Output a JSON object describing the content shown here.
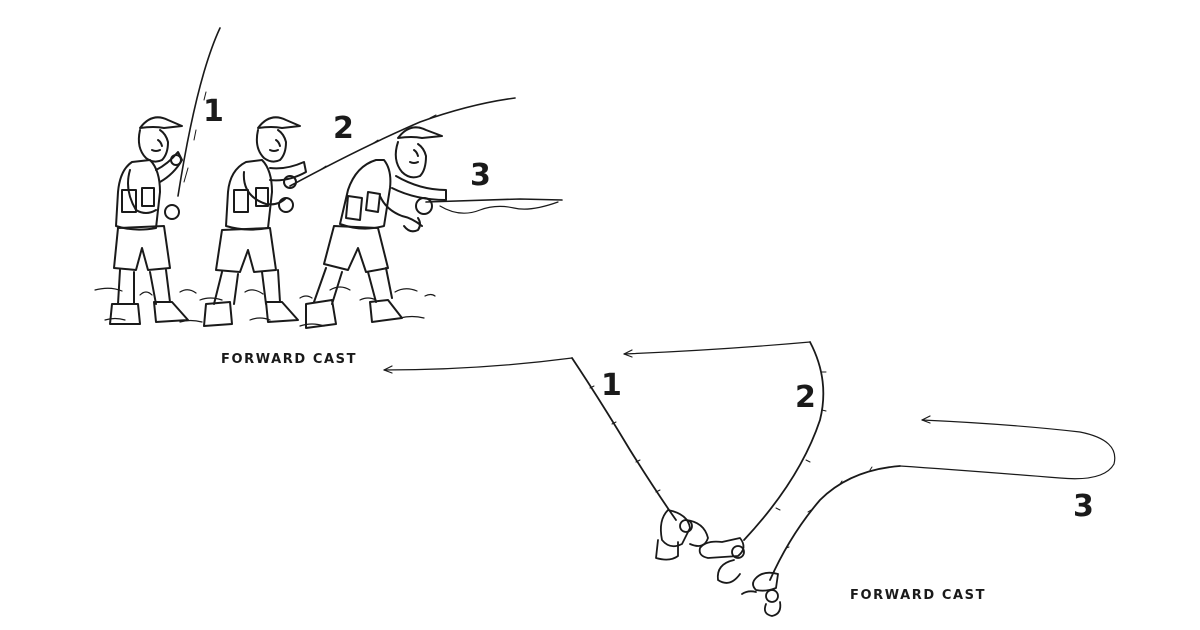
{
  "top_panel": {
    "step_labels": [
      "1",
      "2",
      "3"
    ],
    "caption": "FORWARD CAST"
  },
  "bottom_panel": {
    "step_labels": [
      "1",
      "2",
      "3"
    ],
    "caption": "FORWARD CAST"
  },
  "colors": {
    "ink": "#1a1a1a",
    "background": "#ffffff"
  }
}
